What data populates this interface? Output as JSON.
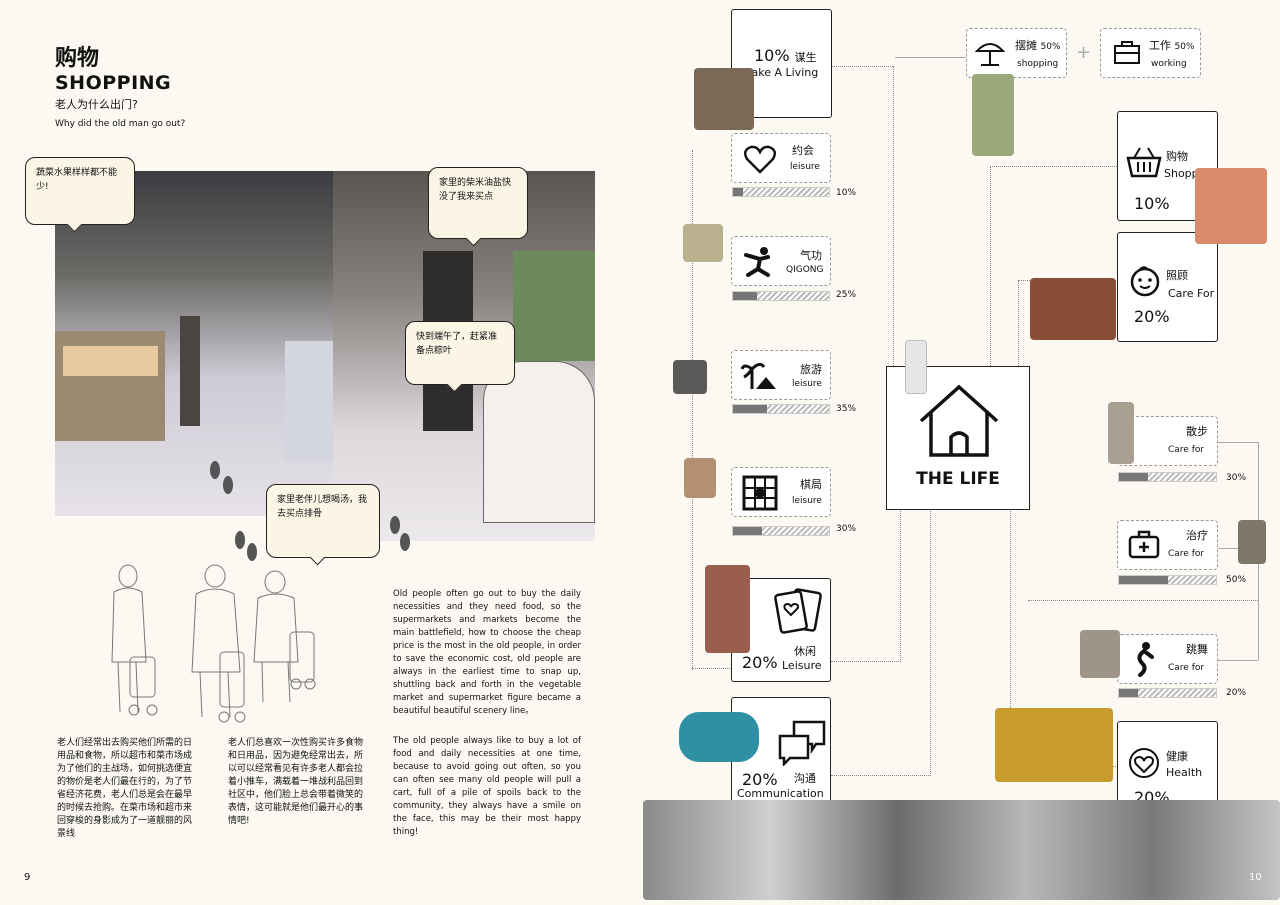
{
  "left": {
    "title_cn": "购物",
    "title_en": "SHOPPING",
    "question_cn": "老人为什么出门?",
    "question_en": "Why did the old man go out?",
    "bubbles": [
      "蔬菜水果样样都不能少!",
      "家里的柴米油盐快没了我来买点",
      "快到端午了，赶紧准备点粽叶",
      "家里老伴儿想喝汤，我去买点排骨"
    ],
    "text_cn_1": "老人们经常出去购买他们所需的日用品和食物，所以超市和菜市场成为了他们的主战场，如何挑选便宜的物价是老人们最在行的，为了节省经济花费，老人们总是会在最早的时候去抢购。在菜市场和超市来回穿梭的身影成为了一道靓丽的风景线",
    "text_cn_2": "老人们总喜欢一次性购买许多食物和日用品，因为避免经常出去，所以可以经常看见有许多老人都会拉着小推车，满载着一堆战利品回到社区中，他们脸上总会带着微笑的表情，这可能就是他们最开心的事情吧!",
    "text_en_1": "Old people often go out to buy the daily necessities and they need food, so the supermarkets and markets become the main battlefield, how to choose the cheap price is the most in the old people, in order to save the economic cost, old people are always in the earliest time to snap up, shuttling back and forth in the vegetable market and supermarket figure became a beautiful beautiful scenery line。",
    "text_en_2": "The old people always like to buy a lot of food and daily necessities at one time, because to avoid going out often, so you can often see many old people will pull a cart, full of a pile of spoils back to the community, they always have a smile on the face, this may be their most happy thing!",
    "page_num": "9"
  },
  "right": {
    "center_label": "THE LIFE",
    "page_num": "10",
    "make_living": {
      "pct": "10%",
      "cn": "谋生",
      "en": "Make A Living"
    },
    "stall": {
      "cn": "摆摊",
      "pct": "50%",
      "en": "shopping"
    },
    "plus": "+",
    "work": {
      "cn": "工作",
      "pct": "50%",
      "en": "working"
    },
    "shopping": {
      "cn": "购物",
      "en": "Shopping",
      "pct": "10%"
    },
    "care": {
      "cn": "照顾",
      "en": "Care For",
      "pct": "20%"
    },
    "leisure_main": {
      "pct": "20%",
      "cn": "休闲",
      "en": "Leisure"
    },
    "comm": {
      "pct": "20%",
      "cn": "沟通",
      "en": "Communication"
    },
    "health": {
      "cn": "健康",
      "en": "Health",
      "pct": "20%"
    },
    "left_items": [
      {
        "cn": "约会",
        "en": "leisure",
        "pct": "10%",
        "value": 0.1
      },
      {
        "cn": "气功",
        "en": "QIGONG",
        "pct": "25%",
        "value": 0.25
      },
      {
        "cn": "旅游",
        "en": "leisure",
        "pct": "35%",
        "value": 0.35
      },
      {
        "cn": "棋局",
        "en": "leisure",
        "pct": "30%",
        "value": 0.3
      }
    ],
    "right_items": [
      {
        "cn": "散步",
        "en": "Care for",
        "pct": "30%",
        "value": 0.3
      },
      {
        "cn": "治疗",
        "en": "Care for",
        "pct": "50%",
        "value": 0.5
      },
      {
        "cn": "跳舞",
        "en": "Care for",
        "pct": "20%",
        "value": 0.2
      }
    ]
  }
}
